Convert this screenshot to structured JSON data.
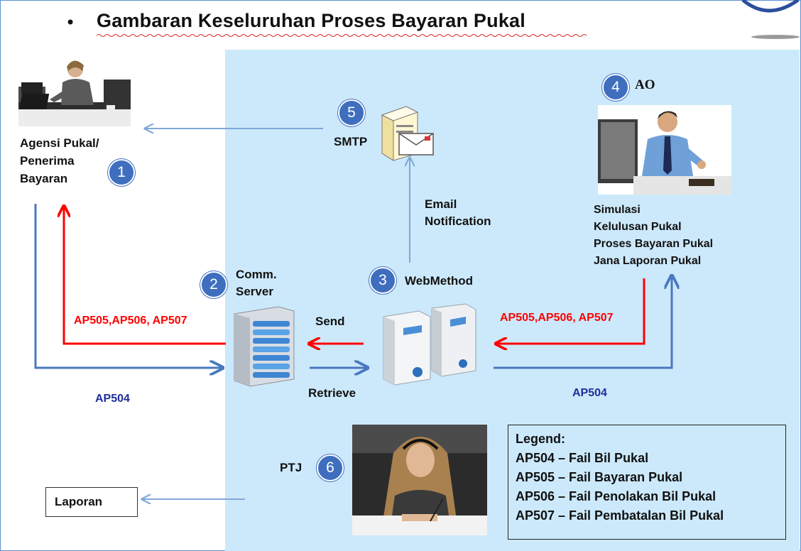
{
  "header": {
    "bullet": "•",
    "title": "Gambaran Keseluruhan Proses Bayaran Pukal"
  },
  "nodes": {
    "agency": {
      "label_line1": "Agensi Pukal/",
      "label_line2": "Penerima",
      "label_line3": "Bayaran",
      "badge": "1"
    },
    "comm_server": {
      "label_line1": "Comm.",
      "label_line2": "Server",
      "badge": "2"
    },
    "webmethod": {
      "label": "WebMethod",
      "badge": "3"
    },
    "ao": {
      "label": "AO",
      "badge": "4"
    },
    "smtp": {
      "label": "SMTP",
      "badge": "5"
    },
    "ptj": {
      "label": "PTJ",
      "badge": "6"
    }
  },
  "ao_tasks": [
    "Simulasi",
    "Kelulusan Pukal",
    "Proses Bayaran Pukal",
    "Jana Laporan Pukal"
  ],
  "flows": {
    "email_line1": "Email",
    "email_line2": "Notification",
    "send": "Send",
    "retrieve": "Retrieve",
    "left_red": "AP505,AP506, AP507",
    "right_red": "AP505,AP506, AP507",
    "left_blue": "AP504",
    "right_blue": "AP504"
  },
  "legend": {
    "title": "Legend:",
    "items": [
      "AP504 – Fail Bil Pukal",
      "AP505 – Fail Bayaran Pukal",
      "AP506 – Fail Penolakan Bil Pukal",
      "AP507 – Fail Pembatalan Bil Pukal"
    ]
  },
  "laporan": "Laporan",
  "colors": {
    "panel": "#cce9fb",
    "badge": "#3f6ebf",
    "red_flow": "#ff0000",
    "blue_flow": "#4a78c0",
    "code_blue": "#1f2f9c"
  }
}
